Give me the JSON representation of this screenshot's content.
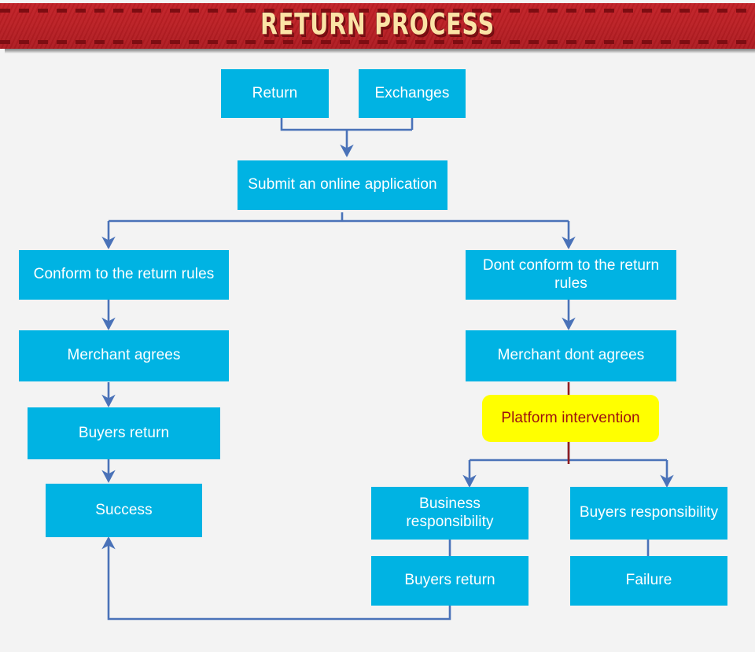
{
  "header": {
    "title": "RETURN PROCESS",
    "banner_color": "#bb1f24",
    "dash_color": "#7d0d12",
    "title_color": "#fbe3a6"
  },
  "theme": {
    "background": "#f3f3f3",
    "node_fill": "#00b3e3",
    "node_text": "#ffffff",
    "highlight_fill": "#ffff00",
    "highlight_text": "#9c1010",
    "connector_color": "#4a72b8",
    "connector_accent": "#8e1d22"
  },
  "nodes": {
    "return": {
      "label": "Return"
    },
    "exchanges": {
      "label": "Exchanges"
    },
    "submit": {
      "label": "Submit an online application"
    },
    "conform": {
      "label": "Conform to the return rules"
    },
    "merchant_agrees": {
      "label": "Merchant agrees"
    },
    "buyers_return_left": {
      "label": "Buyers return"
    },
    "success": {
      "label": "Success"
    },
    "dont_conform": {
      "label": "Dont conform to the return rules"
    },
    "merchant_dont_agrees": {
      "label": "Merchant dont agrees"
    },
    "platform": {
      "label": "Platform intervention"
    },
    "business_responsibility": {
      "label": "Business responsibility"
    },
    "buyers_responsibility": {
      "label": "Buyers responsibility"
    },
    "buyers_return_right": {
      "label": "Buyers return"
    },
    "failure": {
      "label": "Failure"
    }
  },
  "chart_data": {
    "type": "diagram",
    "title": "RETURN PROCESS",
    "nodes": [
      {
        "id": "return",
        "label": "Return",
        "style": "blue"
      },
      {
        "id": "exchanges",
        "label": "Exchanges",
        "style": "blue"
      },
      {
        "id": "submit",
        "label": "Submit an online application",
        "style": "blue"
      },
      {
        "id": "conform",
        "label": "Conform to the return rules",
        "style": "blue"
      },
      {
        "id": "merchant_agrees",
        "label": "Merchant agrees",
        "style": "blue"
      },
      {
        "id": "buyers_return_left",
        "label": "Buyers return",
        "style": "blue"
      },
      {
        "id": "success",
        "label": "Success",
        "style": "blue"
      },
      {
        "id": "dont_conform",
        "label": "Dont conform to the return rules",
        "style": "blue"
      },
      {
        "id": "merchant_dont_agrees",
        "label": "Merchant dont agrees",
        "style": "blue"
      },
      {
        "id": "platform",
        "label": "Platform intervention",
        "style": "yellow-highlight"
      },
      {
        "id": "business_responsibility",
        "label": "Business responsibility",
        "style": "blue"
      },
      {
        "id": "buyers_responsibility",
        "label": "Buyers responsibility",
        "style": "blue"
      },
      {
        "id": "buyers_return_right",
        "label": "Buyers return",
        "style": "blue"
      },
      {
        "id": "failure",
        "label": "Failure",
        "style": "blue"
      }
    ],
    "edges": [
      {
        "from": "return",
        "to": "submit"
      },
      {
        "from": "exchanges",
        "to": "submit"
      },
      {
        "from": "submit",
        "to": "conform"
      },
      {
        "from": "submit",
        "to": "dont_conform"
      },
      {
        "from": "conform",
        "to": "merchant_agrees"
      },
      {
        "from": "merchant_agrees",
        "to": "buyers_return_left"
      },
      {
        "from": "buyers_return_left",
        "to": "success"
      },
      {
        "from": "dont_conform",
        "to": "merchant_dont_agrees"
      },
      {
        "from": "merchant_dont_agrees",
        "to": "platform"
      },
      {
        "from": "platform",
        "to": "business_responsibility"
      },
      {
        "from": "platform",
        "to": "buyers_responsibility"
      },
      {
        "from": "business_responsibility",
        "to": "buyers_return_right"
      },
      {
        "from": "buyers_responsibility",
        "to": "failure"
      },
      {
        "from": "buyers_return_right",
        "to": "success"
      }
    ]
  }
}
